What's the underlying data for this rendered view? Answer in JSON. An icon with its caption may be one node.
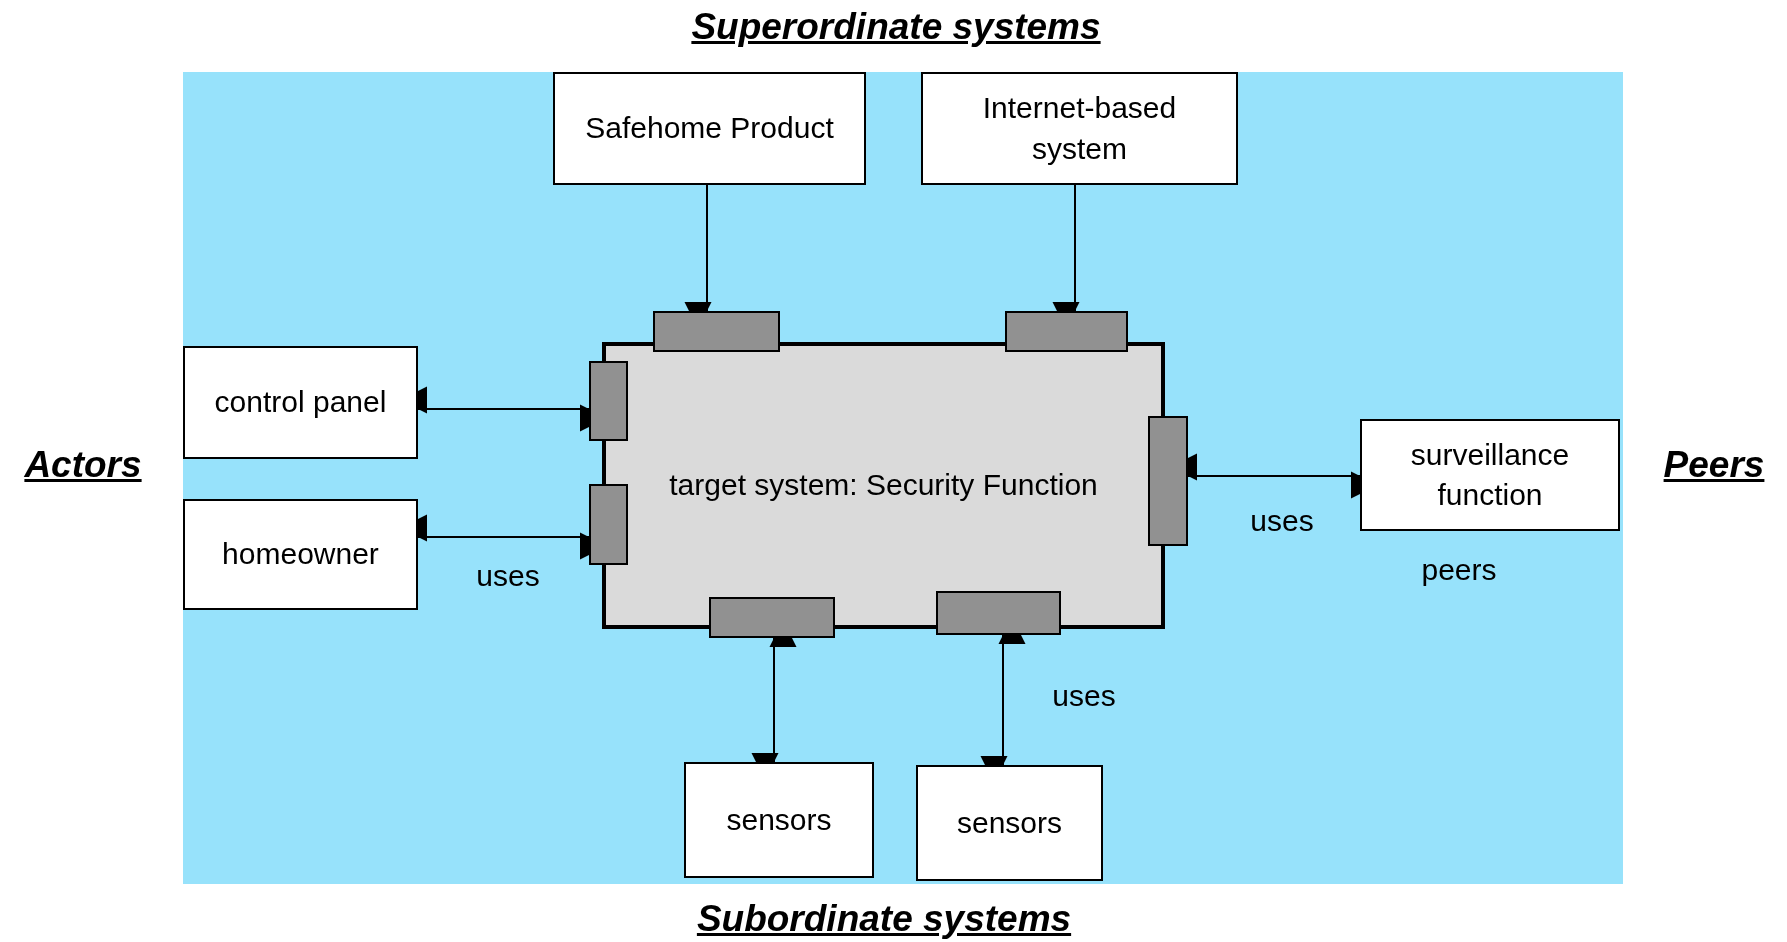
{
  "diagram": {
    "nodes": [
      {
        "text": [
          "Safehome Product"
        ]
      },
      {
        "text": [
          "Internet-based system"
        ]
      },
      {
        "text": [
          "control panel"
        ]
      },
      {
        "text": [
          "homeowner"
        ]
      },
      {
        "text": [
          "target system: Security Function"
        ]
      },
      {
        "text": [
          "surveillance function"
        ]
      },
      {
        "text": [
          "sensors"
        ]
      },
      {
        "text": [
          "sensors"
        ]
      },
      {
        "text": [],
        "shape": "bar"
      },
      {
        "text": [],
        "shape": "bar"
      },
      {
        "text": [],
        "shape": "bar"
      },
      {
        "text": [],
        "shape": "bar"
      },
      {
        "text": [],
        "shape": "bar"
      },
      {
        "text": [],
        "shape": "bar"
      },
      {
        "text": [],
        "shape": "bar"
      }
    ],
    "edges": [
      {
        "from": 0,
        "to": 8,
        "arrow": "to"
      },
      {
        "from": 1,
        "to": 9,
        "arrow": "to"
      },
      {
        "from": 2,
        "to": 10,
        "arrow": "both"
      },
      {
        "from": 3,
        "to": 11,
        "arrow": "both",
        "label": "uses"
      },
      {
        "from": 12,
        "to": 5,
        "arrow": "both",
        "label": "uses"
      },
      {
        "from": 13,
        "to": 6,
        "arrow": "both"
      },
      {
        "from": 14,
        "to": 7,
        "arrow": "both",
        "label": "uses"
      }
    ],
    "labels": [
      "Superordinate systems",
      "Actors",
      "Peers",
      "peers",
      "Subordinate systems"
    ]
  }
}
